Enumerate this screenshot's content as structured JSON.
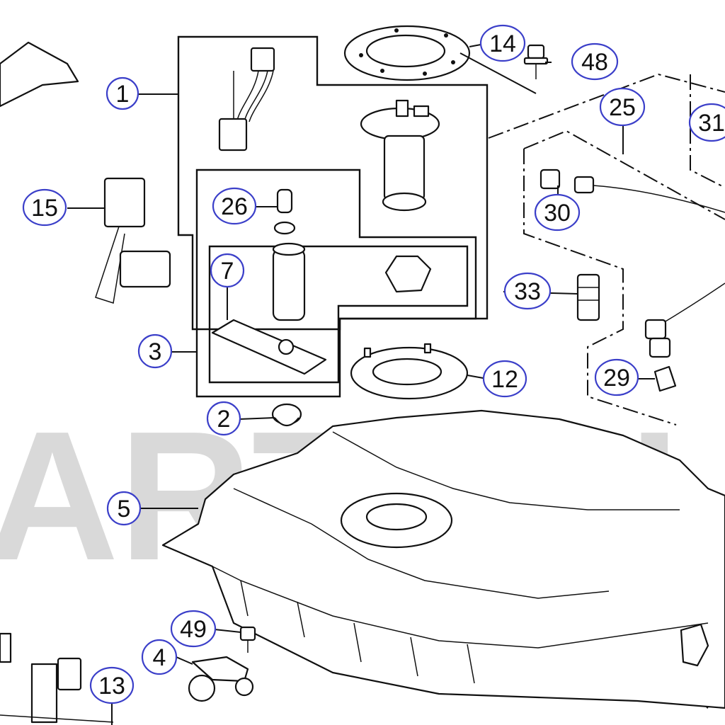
{
  "watermark": "ARTSOU",
  "callouts": [
    {
      "id": "c1",
      "label": "1"
    },
    {
      "id": "c2",
      "label": "2"
    },
    {
      "id": "c3",
      "label": "3"
    },
    {
      "id": "c4",
      "label": "4"
    },
    {
      "id": "c5",
      "label": "5"
    },
    {
      "id": "c7",
      "label": "7"
    },
    {
      "id": "c12",
      "label": "12"
    },
    {
      "id": "c13",
      "label": "13"
    },
    {
      "id": "c14",
      "label": "14"
    },
    {
      "id": "c15",
      "label": "15"
    },
    {
      "id": "c25",
      "label": "25"
    },
    {
      "id": "c26",
      "label": "26"
    },
    {
      "id": "c29",
      "label": "29"
    },
    {
      "id": "c30",
      "label": "30"
    },
    {
      "id": "c31",
      "label": "31"
    },
    {
      "id": "c33",
      "label": "33"
    },
    {
      "id": "c48",
      "label": "48"
    },
    {
      "id": "c49",
      "label": "49"
    }
  ],
  "colors": {
    "callout_ring": "#3b3fc9",
    "line": "#111111",
    "watermark": "#d9d9d9"
  }
}
